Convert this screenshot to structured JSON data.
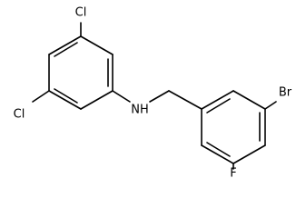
{
  "molecule": {
    "atoms": {
      "cl_top": "Cl",
      "cl_left": "Cl",
      "nh": "NH",
      "br": "Br",
      "f": "F"
    },
    "colors": {
      "ink": "#000000",
      "background": "#ffffff"
    }
  }
}
